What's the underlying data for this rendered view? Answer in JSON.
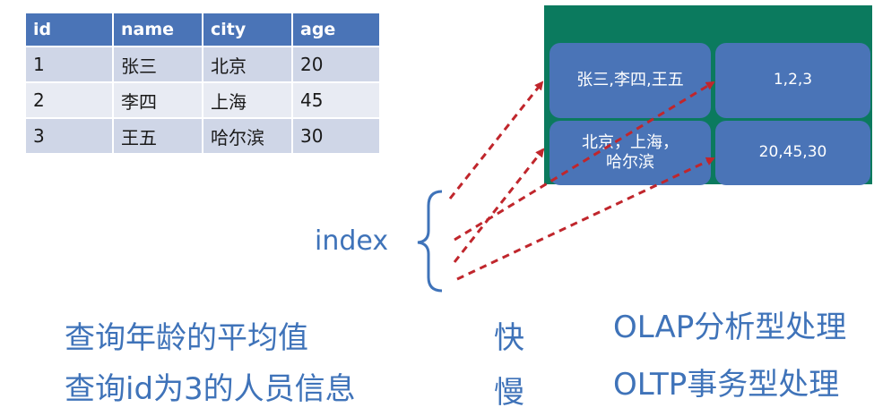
{
  "table": {
    "headers": [
      "id",
      "name",
      "city",
      "age"
    ],
    "rows": [
      [
        "1",
        "张三",
        "北京",
        "20"
      ],
      [
        "2",
        "李四",
        "上海",
        "45"
      ],
      [
        "3",
        "王五",
        "哈尔滨",
        "30"
      ]
    ]
  },
  "column_store": {
    "names": "张三,李四,王五",
    "ids": "1,2,3",
    "cities_line1": "北京，上海，",
    "cities_line2": "哈尔滨",
    "ages": "20,45,30"
  },
  "index_label": "index",
  "queries": [
    {
      "text": "查询年龄的平均值",
      "speed": "快",
      "type": "OLAP分析型处理"
    },
    {
      "text": "查询id为3的人员信息",
      "speed": "慢",
      "type": "OLTP事务型处理"
    }
  ],
  "colors": {
    "header": "#4a74b7",
    "panel": "#0b7a5e",
    "cell": "#4a74b7",
    "arrow": "#c0262c",
    "text_blue": "#3f73b9"
  }
}
